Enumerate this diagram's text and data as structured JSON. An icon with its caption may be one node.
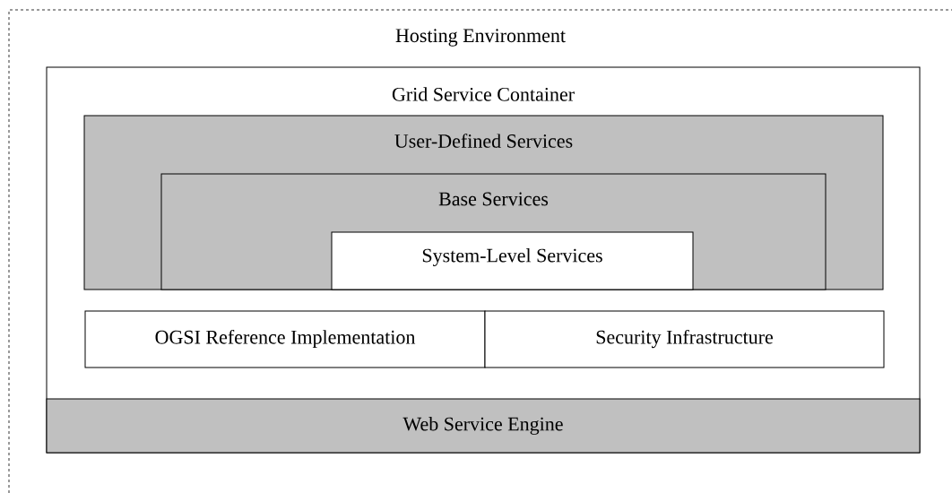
{
  "diagram": {
    "nodes": [
      {
        "text": [
          "Hosting Environment"
        ]
      },
      {
        "text": [
          "Grid Service Container"
        ],
        "in": 0
      },
      {
        "text": [
          "User-Defined Services"
        ],
        "in": 1
      },
      {
        "text": [
          "Base Services"
        ],
        "in": 2
      },
      {
        "text": [
          "System-Level Services"
        ],
        "in": 3
      },
      {
        "text": [
          "OGSI Reference Implementation"
        ],
        "in": 1
      },
      {
        "text": [
          "Security Infrastructure"
        ],
        "in": 1
      },
      {
        "text": [
          "Web Service Engine"
        ],
        "in": 1
      }
    ]
  }
}
